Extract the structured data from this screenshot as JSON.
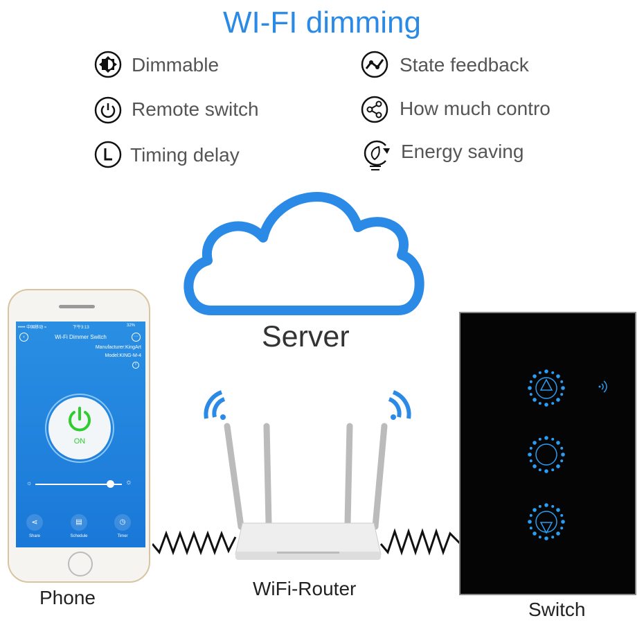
{
  "title": "WI-FI dimming",
  "features": [
    {
      "label": "Dimmable",
      "icon": "dimmable-icon"
    },
    {
      "label": "State feedback",
      "icon": "state-feedback-icon"
    },
    {
      "label": "Remote switch",
      "icon": "power-icon"
    },
    {
      "label": "How much contro",
      "icon": "share-icon"
    },
    {
      "label": "Timing delay",
      "icon": "clock-icon"
    },
    {
      "label": "Energy saving",
      "icon": "leaf-bulb-icon"
    }
  ],
  "server_label": "Server",
  "phone_label": "Phone",
  "router_label": "WiFi-Router",
  "switch_label": "Switch",
  "app": {
    "status_carrier": "••••• 中国移动 ≈",
    "status_time": "下午3:13",
    "status_battery": "32%",
    "title": "Wi-Fi Dimmer Switch",
    "manufacturer": "Manufacturer:KingArt",
    "model": "Model:KING-M-4",
    "power_state": "ON",
    "brightness": 0.86,
    "buttons": [
      "Share",
      "Schedule",
      "Timer"
    ]
  },
  "colors": {
    "accent": "#2b8ae6",
    "power_green": "#2ecc2e",
    "switch_led": "#2a9df4"
  }
}
